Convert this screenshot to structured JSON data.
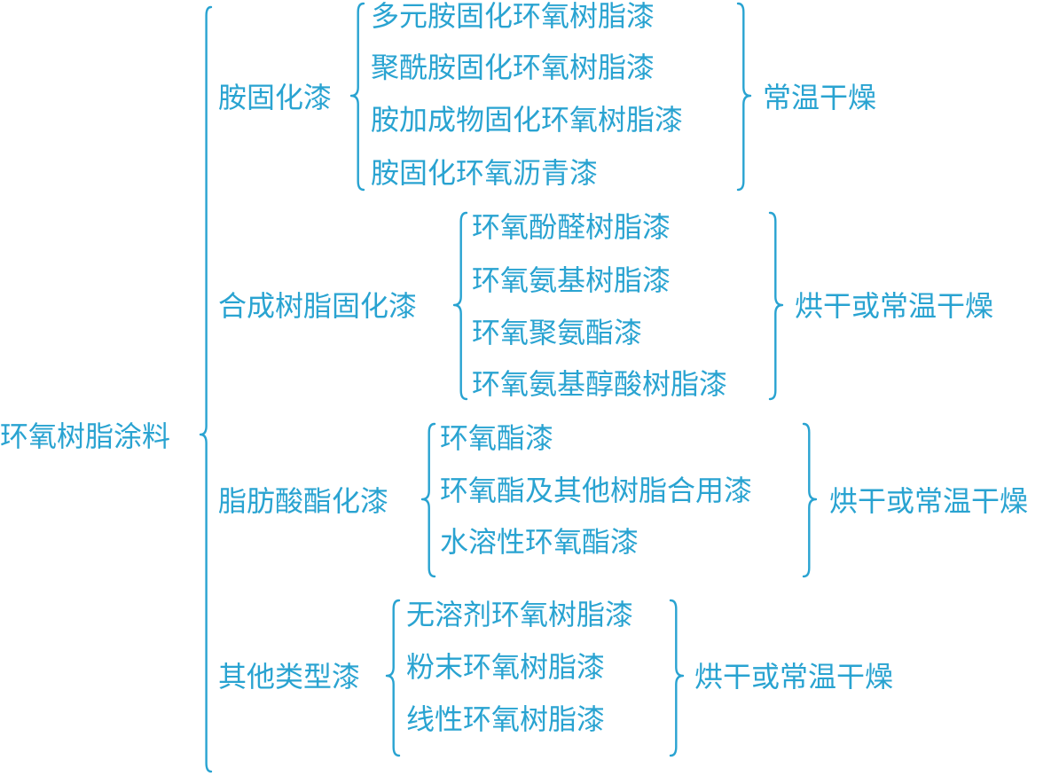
{
  "colors": {
    "accent": "#29a3d1"
  },
  "root": "环氧树脂涂料",
  "groups": [
    {
      "name": "胺固化漆",
      "items": [
        "多元胺固化环氧树脂漆",
        "聚酰胺固化环氧树脂漆",
        "胺加成物固化环氧树脂漆",
        "胺固化环氧沥青漆"
      ],
      "drying": "常温干燥"
    },
    {
      "name": "合成树脂固化漆",
      "items": [
        "环氧酚醛树脂漆",
        "环氧氨基树脂漆",
        "环氧聚氨酯漆",
        "环氧氨基醇酸树脂漆"
      ],
      "drying": "烘干或常温干燥"
    },
    {
      "name": "脂肪酸酯化漆",
      "items": [
        "环氧酯漆",
        "环氧酯及其他树脂合用漆",
        "水溶性环氧酯漆"
      ],
      "drying": "烘干或常温干燥"
    },
    {
      "name": "其他类型漆",
      "items": [
        "无溶剂环氧树脂漆",
        "粉末环氧树脂漆",
        "线性环氧树脂漆"
      ],
      "drying": "烘干或常温干燥"
    }
  ]
}
